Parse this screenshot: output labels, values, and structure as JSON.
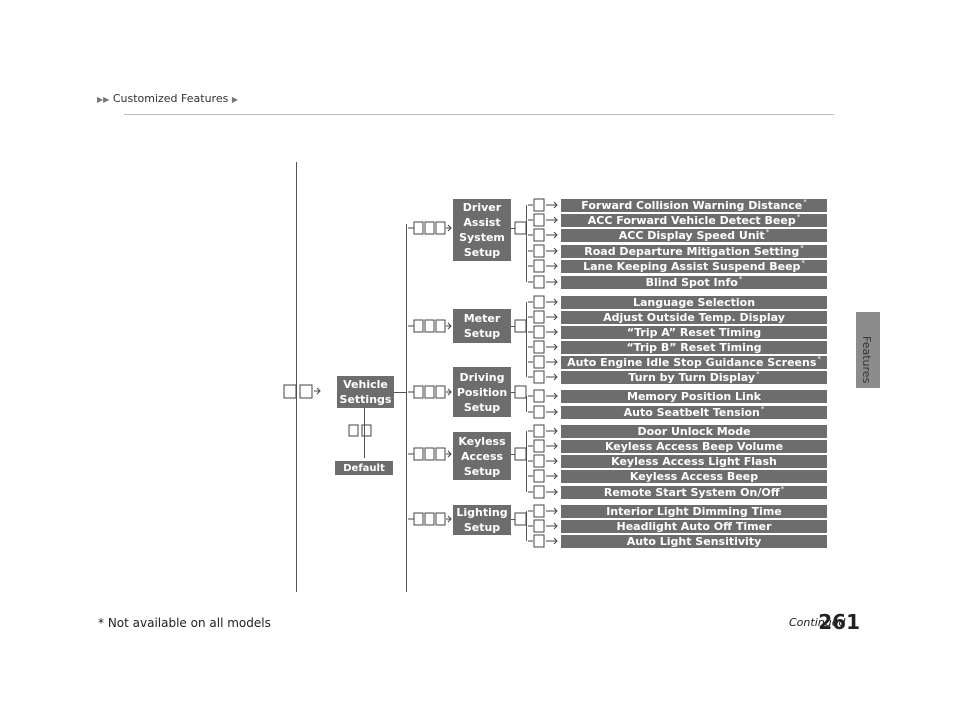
{
  "header": {
    "breadcrumb": "Customized Features"
  },
  "side_tab": {
    "label": "Features"
  },
  "root": {
    "label": "Vehicle Settings",
    "default_label": "Default"
  },
  "groups": [
    {
      "label": "Driver Assist System Setup",
      "items": [
        {
          "text": "Forward Collision Warning Distance",
          "star": true
        },
        {
          "text": "ACC Forward Vehicle Detect Beep",
          "star": true
        },
        {
          "text": "ACC Display Speed Unit",
          "star": true
        },
        {
          "text": "Road Departure Mitigation Setting",
          "star": true
        },
        {
          "text": "Lane Keeping Assist Suspend Beep",
          "star": true
        },
        {
          "text": "Blind Spot Info",
          "star": true
        }
      ]
    },
    {
      "label": "Meter Setup",
      "items": [
        {
          "text": "Language Selection",
          "star": false
        },
        {
          "text": "Adjust Outside Temp. Display",
          "star": false
        },
        {
          "text": "“Trip A” Reset Timing",
          "star": false
        },
        {
          "text": "“Trip B” Reset Timing",
          "star": false
        },
        {
          "text": "Auto Engine Idle Stop Guidance Screens",
          "star": true
        },
        {
          "text": "Turn by Turn Display",
          "star": true
        }
      ]
    },
    {
      "label": "Driving Position Setup",
      "items": [
        {
          "text": "Memory Position Link",
          "star": false
        },
        {
          "text": "Auto Seatbelt Tension",
          "star": true
        }
      ]
    },
    {
      "label": "Keyless Access Setup",
      "items": [
        {
          "text": "Door Unlock Mode",
          "star": false
        },
        {
          "text": "Keyless Access Beep Volume",
          "star": false
        },
        {
          "text": "Keyless Access Light Flash",
          "star": false
        },
        {
          "text": "Keyless Access Beep",
          "star": false
        },
        {
          "text": "Remote Start System On/Off",
          "star": true
        }
      ]
    },
    {
      "label": "Lighting Setup",
      "items": [
        {
          "text": "Interior Light Dimming Time",
          "star": false
        },
        {
          "text": "Headlight Auto Off Timer",
          "star": false
        },
        {
          "text": "Auto Light Sensitivity",
          "star": false
        }
      ]
    }
  ],
  "footer": {
    "page_number": "261",
    "continued": "Continued",
    "footnote": "* Not available on all models"
  }
}
